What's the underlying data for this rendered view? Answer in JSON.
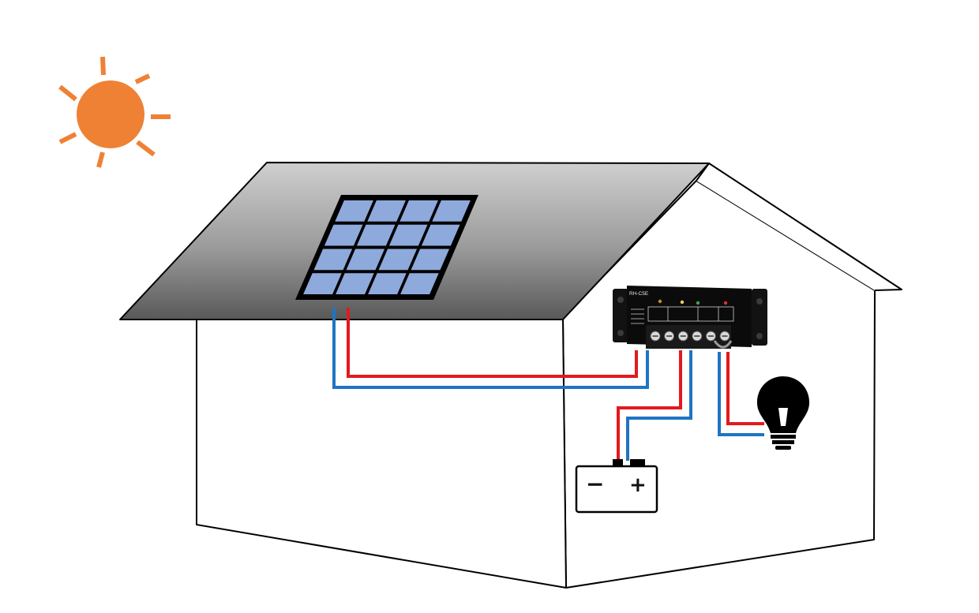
{
  "diagram": {
    "components": {
      "sun": {
        "icon": "sun-icon",
        "color": "#EF8135"
      },
      "solar_panel": {
        "icon": "solar-panel-icon",
        "rows": 4,
        "cols": 4,
        "cell_color": "#8EA9DB"
      },
      "controller": {
        "icon": "charge-controller-icon",
        "model_label": "RH-C5E",
        "terminal_count": 6
      },
      "battery": {
        "icon": "battery-icon",
        "negative_label": "−",
        "positive_label": "+"
      },
      "lamp": {
        "icon": "light-bulb-icon"
      }
    },
    "wires": {
      "positive_color": "#E3191E",
      "negative_color": "#1F74C2",
      "connections": [
        {
          "from": "solar_panel",
          "to": "controller"
        },
        {
          "from": "controller",
          "to": "battery"
        },
        {
          "from": "controller",
          "to": "lamp"
        }
      ]
    }
  }
}
